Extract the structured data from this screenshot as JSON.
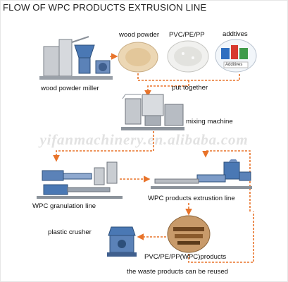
{
  "title": "FLOW OF WPC PRODUCTS EXTRUSION LINE",
  "labels": {
    "wood_powder": "wood powder",
    "pvc_pe_pp": "PVC/PE/PP",
    "additives": "addtives",
    "additives_box": "Additives",
    "wood_powder_miller": "wood powder miller",
    "put_together": "put together",
    "mixing_machine": "mixing machine",
    "granulation_line": "WPC granulation line",
    "extrusion_line": "WPC products extrustion line",
    "plastic_crusher": "plastic crusher",
    "products": "PVC/PE/PP(WPC)products",
    "reuse": "the waste products can be reused"
  },
  "watermark": "yifanmachinery.en.alibaba.com",
  "colors": {
    "arrow": "#e8732a",
    "machine_blue": "#5b82b8",
    "machine_gray": "#b8bcc2"
  }
}
